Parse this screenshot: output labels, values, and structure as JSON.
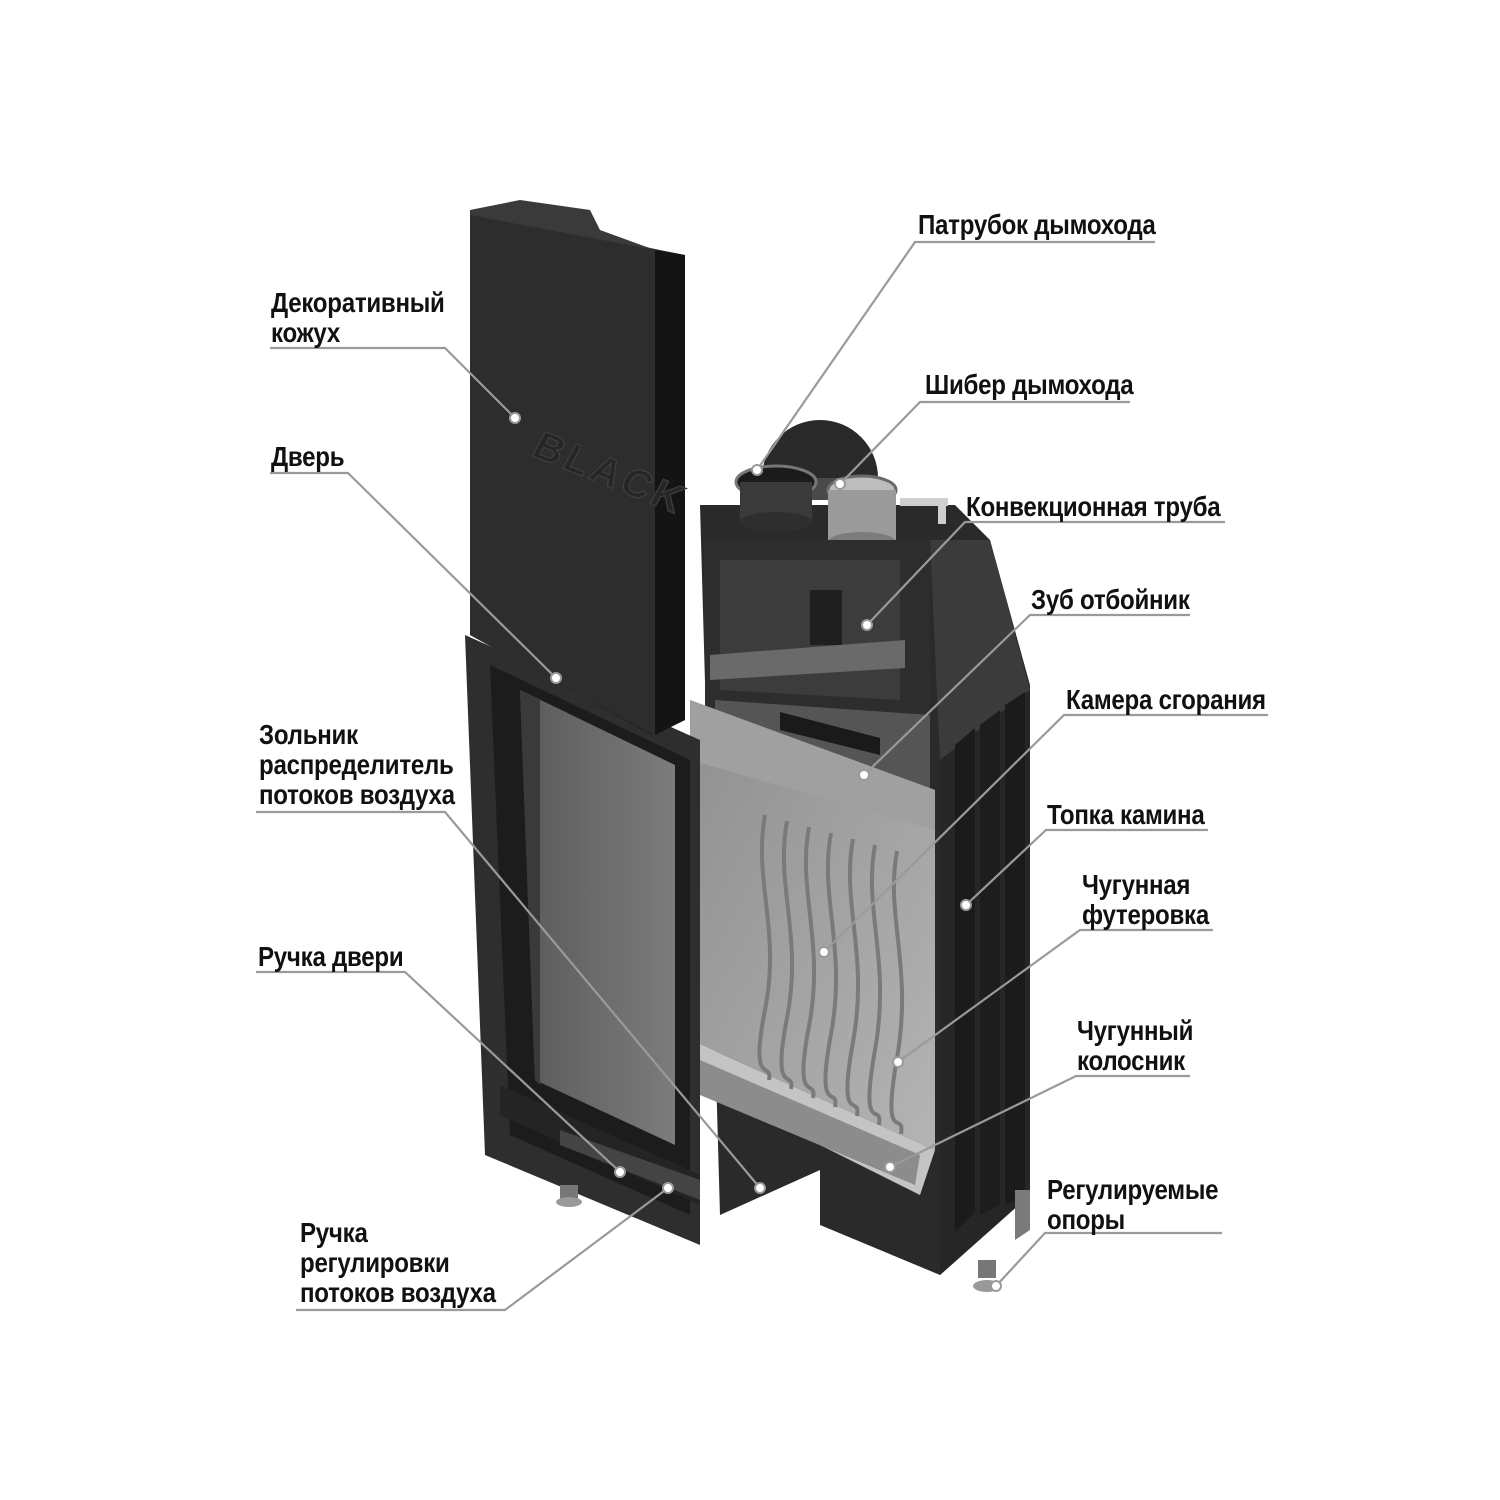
{
  "brand": "BLACK",
  "colors": {
    "leader": "#9a9a9a",
    "body_dark": "#2b2b2b",
    "body_mid": "#4a4a4a",
    "interior": "#9c9c9c",
    "glass": "#6d6d6d"
  },
  "labels": {
    "decorative_casing": [
      "Декоративный",
      "кожух"
    ],
    "door": [
      "Дверь"
    ],
    "ash_pan": [
      "Зольник",
      "распределитель",
      "потоков воздуха"
    ],
    "door_handle": [
      "Ручка двери"
    ],
    "air_control_handle": [
      "Ручка",
      "регулировки",
      "потоков воздуха"
    ],
    "flue_spigot": [
      "Патрубок дымохода"
    ],
    "flue_damper": [
      "Шибер дымохода"
    ],
    "convection_pipe": [
      "Конвекционная труба"
    ],
    "baffle_tooth": [
      "Зуб отбойник"
    ],
    "combustion_chamber": [
      "Камера сгорания"
    ],
    "firebox": [
      "Топка камина"
    ],
    "cast_iron_lining": [
      "Чугунная",
      "футеровка"
    ],
    "cast_iron_grate": [
      "Чугунный",
      "колосник"
    ],
    "adjustable_feet": [
      "Регулируемые",
      "опоры"
    ]
  }
}
